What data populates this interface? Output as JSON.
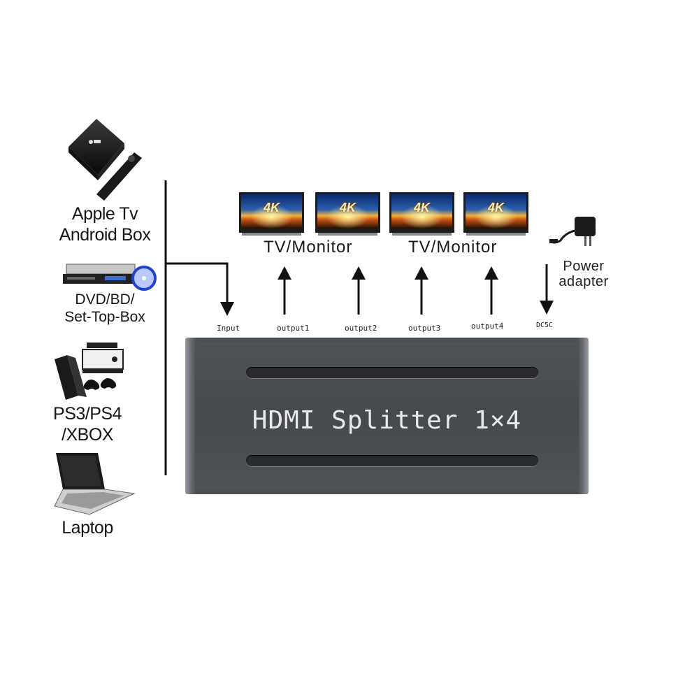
{
  "sources": [
    {
      "id": "apple-tv",
      "lines": [
        "Apple Tv",
        "Android Box"
      ]
    },
    {
      "id": "dvd",
      "lines": [
        "DVD/BD/",
        "Set-Top-Box"
      ]
    },
    {
      "id": "console",
      "lines": [
        "PS3/PS4",
        "/XBOX"
      ]
    },
    {
      "id": "laptop",
      "lines": [
        "Laptop"
      ]
    }
  ],
  "screen_badge": "4K",
  "tv_labels": [
    "TV/Monitor",
    "TV/Monitor"
  ],
  "ports": {
    "input": "Input",
    "output1": "output1",
    "output2": "output2",
    "output3": "output3",
    "output4": "output4",
    "dc": "DC5C"
  },
  "power": {
    "line1": "Power",
    "line2": "adapter"
  },
  "splitter": {
    "title": "HDMI Splitter 1×4"
  },
  "colors": {
    "line": "#111111",
    "device_body": "#4a4d51",
    "screen_sky": "#1a3a7a",
    "screen_sun": "#f2a020"
  }
}
